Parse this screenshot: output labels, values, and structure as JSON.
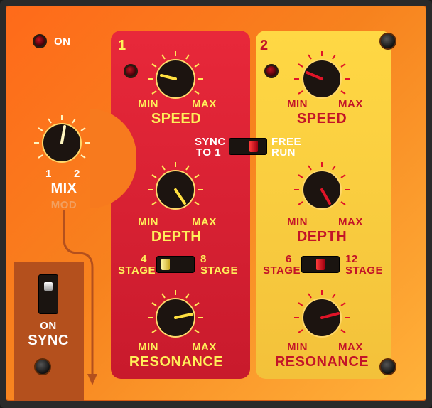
{
  "colors": {
    "orange": "#f7821e",
    "red_panel": "#d8202f",
    "yellow_panel": "#ffd340",
    "label_yellow": "#ffef5a",
    "label_red": "#c31428"
  },
  "power": {
    "label": "ON"
  },
  "mix": {
    "label": "MIX",
    "min": "1",
    "max": "2",
    "sub_label": "MOD"
  },
  "sync": {
    "on_label": "ON",
    "label": "SYNC"
  },
  "section1": {
    "number": "1",
    "speed": {
      "label": "SPEED",
      "min": "MIN",
      "max": "MAX"
    },
    "depth": {
      "label": "DEPTH",
      "min": "MIN",
      "max": "MAX"
    },
    "stage_switch": {
      "low": "4",
      "high": "8",
      "label_low": "STAGE",
      "label_high": "STAGE"
    },
    "resonance": {
      "label": "RESONANCE",
      "min": "MIN",
      "max": "MAX"
    }
  },
  "section2": {
    "number": "2",
    "speed": {
      "label": "SPEED",
      "min": "MIN",
      "max": "MAX"
    },
    "depth": {
      "label": "DEPTH",
      "min": "MIN",
      "max": "MAX"
    },
    "stage_switch": {
      "low": "6",
      "high": "12",
      "label_low": "STAGE",
      "label_high": "STAGE"
    },
    "resonance": {
      "label": "RESONANCE",
      "min": "MIN",
      "max": "MAX"
    }
  },
  "link_switch": {
    "left_top": "SYNC",
    "left_bottom": "TO 1",
    "right_top": "FREE",
    "right_bottom": "RUN"
  }
}
